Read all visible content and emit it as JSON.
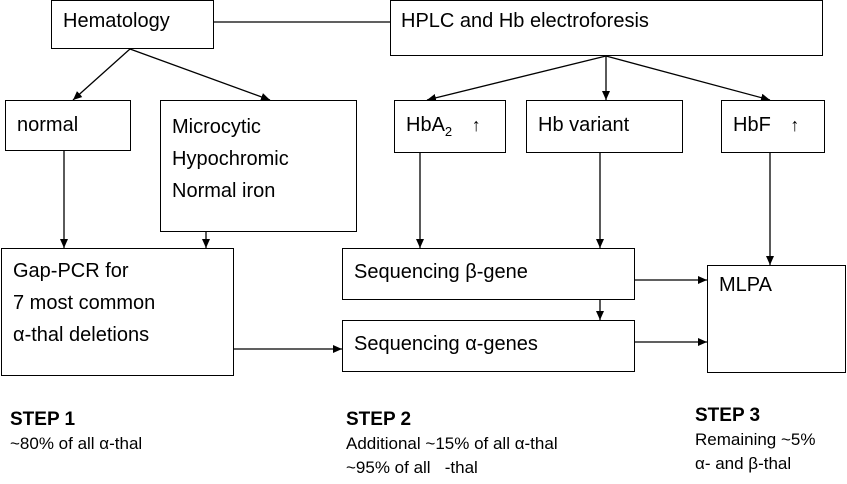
{
  "boxes": {
    "hematology": "Hematology",
    "hplc": "HPLC and Hb electroforesis",
    "normal": "normal",
    "microcytic": [
      "Microcytic",
      "Hypochromic",
      "Normal iron"
    ],
    "hba2": {
      "text": "HbA",
      "sub": "2",
      "arrow": "↑"
    },
    "hb_variant": "Hb variant",
    "hbf": {
      "text": "HbF",
      "arrow": "↑"
    },
    "gap_pcr": [
      "Gap-PCR for",
      "7 most common",
      "α-thal deletions"
    ],
    "seq_beta": "Sequencing β-gene",
    "seq_alpha": "Sequencing α-genes",
    "mlpa": "MLPA"
  },
  "steps": [
    {
      "title": "STEP 1",
      "lines": [
        "~80% of all α-thal"
      ]
    },
    {
      "title": "STEP 2",
      "lines": [
        "Additional ~15% of all α-thal",
        "~95% of all   -thal"
      ]
    },
    {
      "title": "STEP 3",
      "lines": [
        "Remaining ~5%",
        "α- and β-thal"
      ]
    }
  ]
}
